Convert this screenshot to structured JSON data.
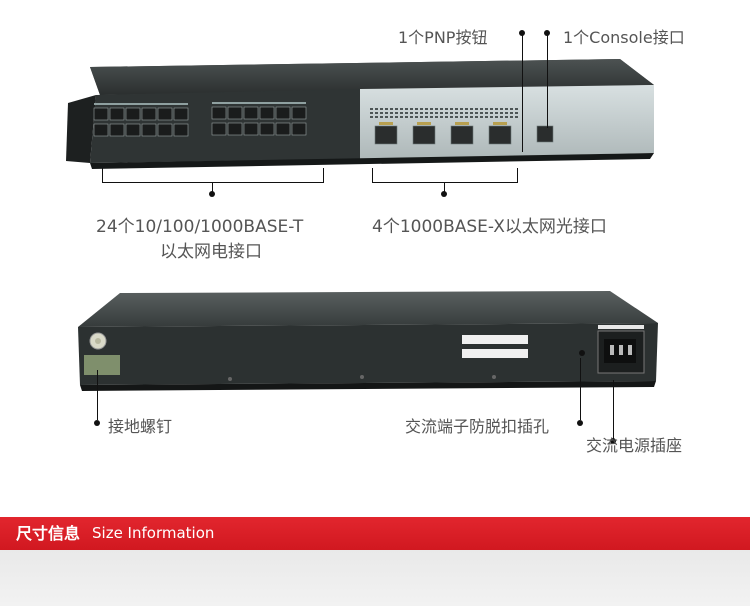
{
  "callouts": {
    "pnp_button": "1个PNP按钮",
    "console_port": "1个Console接口",
    "ethernet_ports_line1": "24个10/100/1000BASE-T",
    "ethernet_ports_line2": "以太网电接口",
    "optical_ports": "4个1000BASE-X以太网光接口",
    "ground_screw": "接地螺钉",
    "ac_terminal_hole": "交流端子防脱扣插孔",
    "ac_power_socket": "交流电源插座"
  },
  "banner": {
    "title_cn": "尺寸信息",
    "title_en": "Size Information"
  },
  "colors": {
    "banner_red": "#d91d25",
    "chassis_dark": "#2f3434",
    "panel_light": "#c9d2d3"
  },
  "device_front": {
    "rj45_port_count": 24,
    "sfp_port_count": 4
  }
}
